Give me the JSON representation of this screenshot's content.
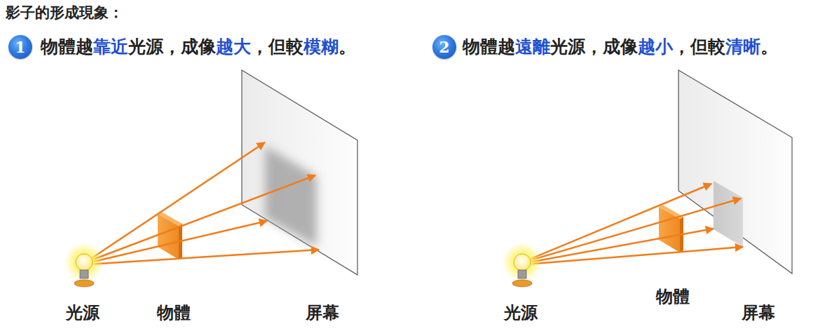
{
  "diagram": {
    "title": "影子的形成現象：",
    "nodes": [
      {
        "text": [
          "1"
        ]
      },
      {
        "text": [
          "2"
        ]
      }
    ],
    "labels": [
      "物體越",
      "靠近",
      "光源，成像",
      "越大",
      "，但較",
      "模糊",
      "。",
      "物體越",
      "遠離",
      "光源，成像",
      "越小",
      "，但較",
      "清晰",
      "。",
      "光源",
      "物體",
      "屏幕",
      "光源",
      "物體",
      "屏幕"
    ]
  }
}
